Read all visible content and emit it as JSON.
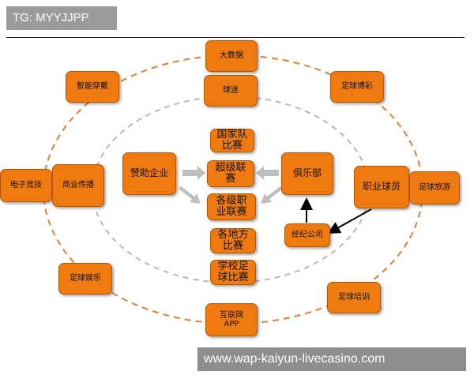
{
  "header": {
    "tag": "TG: MYYJJPP"
  },
  "watermark": {
    "text": "www.wap-kaiyun-livecasino.com"
  },
  "colors": {
    "node_fill": "#ef7a10",
    "ring_dash": "#d9803b",
    "inner_ring": "#b8b8b8",
    "arrow_gray": "#bdbdbd"
  },
  "nodes": {
    "big_data": "大数据",
    "fans": "球迷",
    "smart_wear": "智能穿戴",
    "lottery": "足球博彩",
    "esports": "电子竞技",
    "commercial_media": "商业传播",
    "sponsor": "赞助企业",
    "national_team": "国家队\n比赛",
    "super_league": "超级联\n赛",
    "pro_leagues": "各级职\n业联赛",
    "local_matches": "各地方\n比赛",
    "school_matches": "学校足\n球比赛",
    "club": "俱乐部",
    "pro_player": "职业球员",
    "football_tourism": "足球旅游",
    "agent_company": "经纪公司",
    "football_entertainment": "足球娱乐",
    "football_training": "足球培训",
    "internet_app": "互联网\nAPP"
  }
}
